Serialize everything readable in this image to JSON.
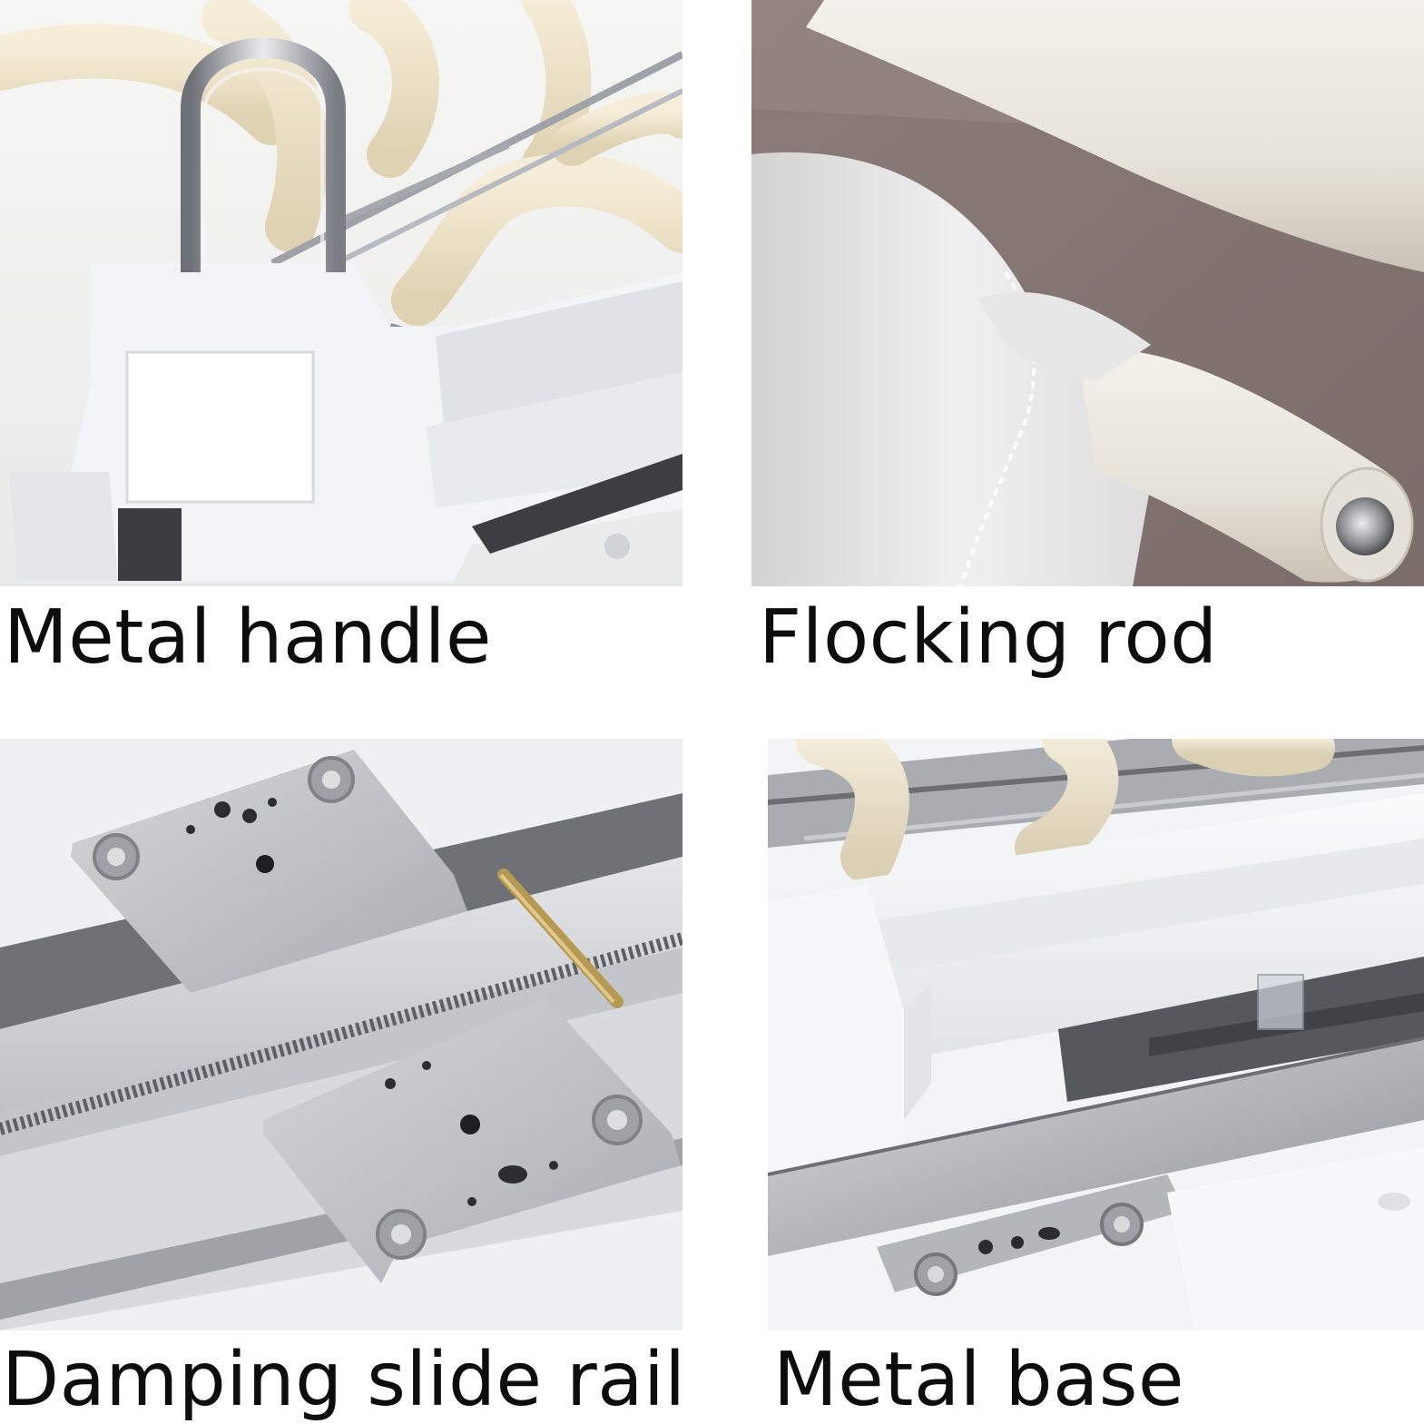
{
  "panels": [
    {
      "caption": "Metal handle"
    },
    {
      "caption": "Flocking rod"
    },
    {
      "caption": "Damping slide rail"
    },
    {
      "caption": "Metal base"
    }
  ],
  "colors": {
    "foam": "#eee3c8",
    "chrome": "#b9bcc2",
    "plastic_white": "#f4f5f6",
    "fabric_taupe": "#8e7f7c",
    "steel": "#c7cacd"
  }
}
